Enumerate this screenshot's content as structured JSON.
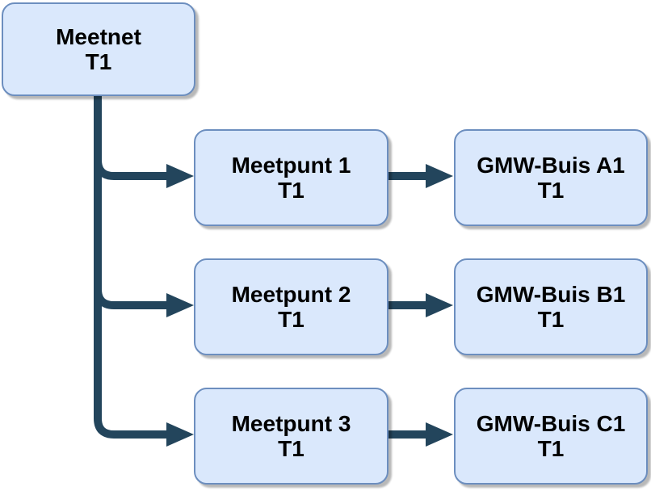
{
  "nodes": {
    "meetnet": {
      "label": "Meetnet",
      "sublabel": "T1"
    },
    "meetpunt1": {
      "label": "Meetpunt 1",
      "sublabel": "T1"
    },
    "meetpunt2": {
      "label": "Meetpunt 2",
      "sublabel": "T1"
    },
    "meetpunt3": {
      "label": "Meetpunt 3",
      "sublabel": "T1"
    },
    "gmwA1": {
      "label": "GMW-Buis A1",
      "sublabel": "T1"
    },
    "gmwB1": {
      "label": "GMW-Buis B1",
      "sublabel": "T1"
    },
    "gmwC1": {
      "label": "GMW-Buis C1",
      "sublabel": "T1"
    }
  },
  "edges": [
    {
      "from": "Meetnet T1",
      "to": "Meetpunt 1 T1"
    },
    {
      "from": "Meetnet T1",
      "to": "Meetpunt 2 T1"
    },
    {
      "from": "Meetnet T1",
      "to": "Meetpunt 3 T1"
    },
    {
      "from": "Meetpunt 1 T1",
      "to": "GMW-Buis A1 T1"
    },
    {
      "from": "Meetpunt 2 T1",
      "to": "GMW-Buis B1 T1"
    },
    {
      "from": "Meetpunt 3 T1",
      "to": "GMW-Buis C1 T1"
    }
  ],
  "colors": {
    "node_fill": "#dae8fc",
    "node_border": "#6c8ebf",
    "connector": "#23455c",
    "text": "#000000",
    "background": "#ffffff"
  }
}
